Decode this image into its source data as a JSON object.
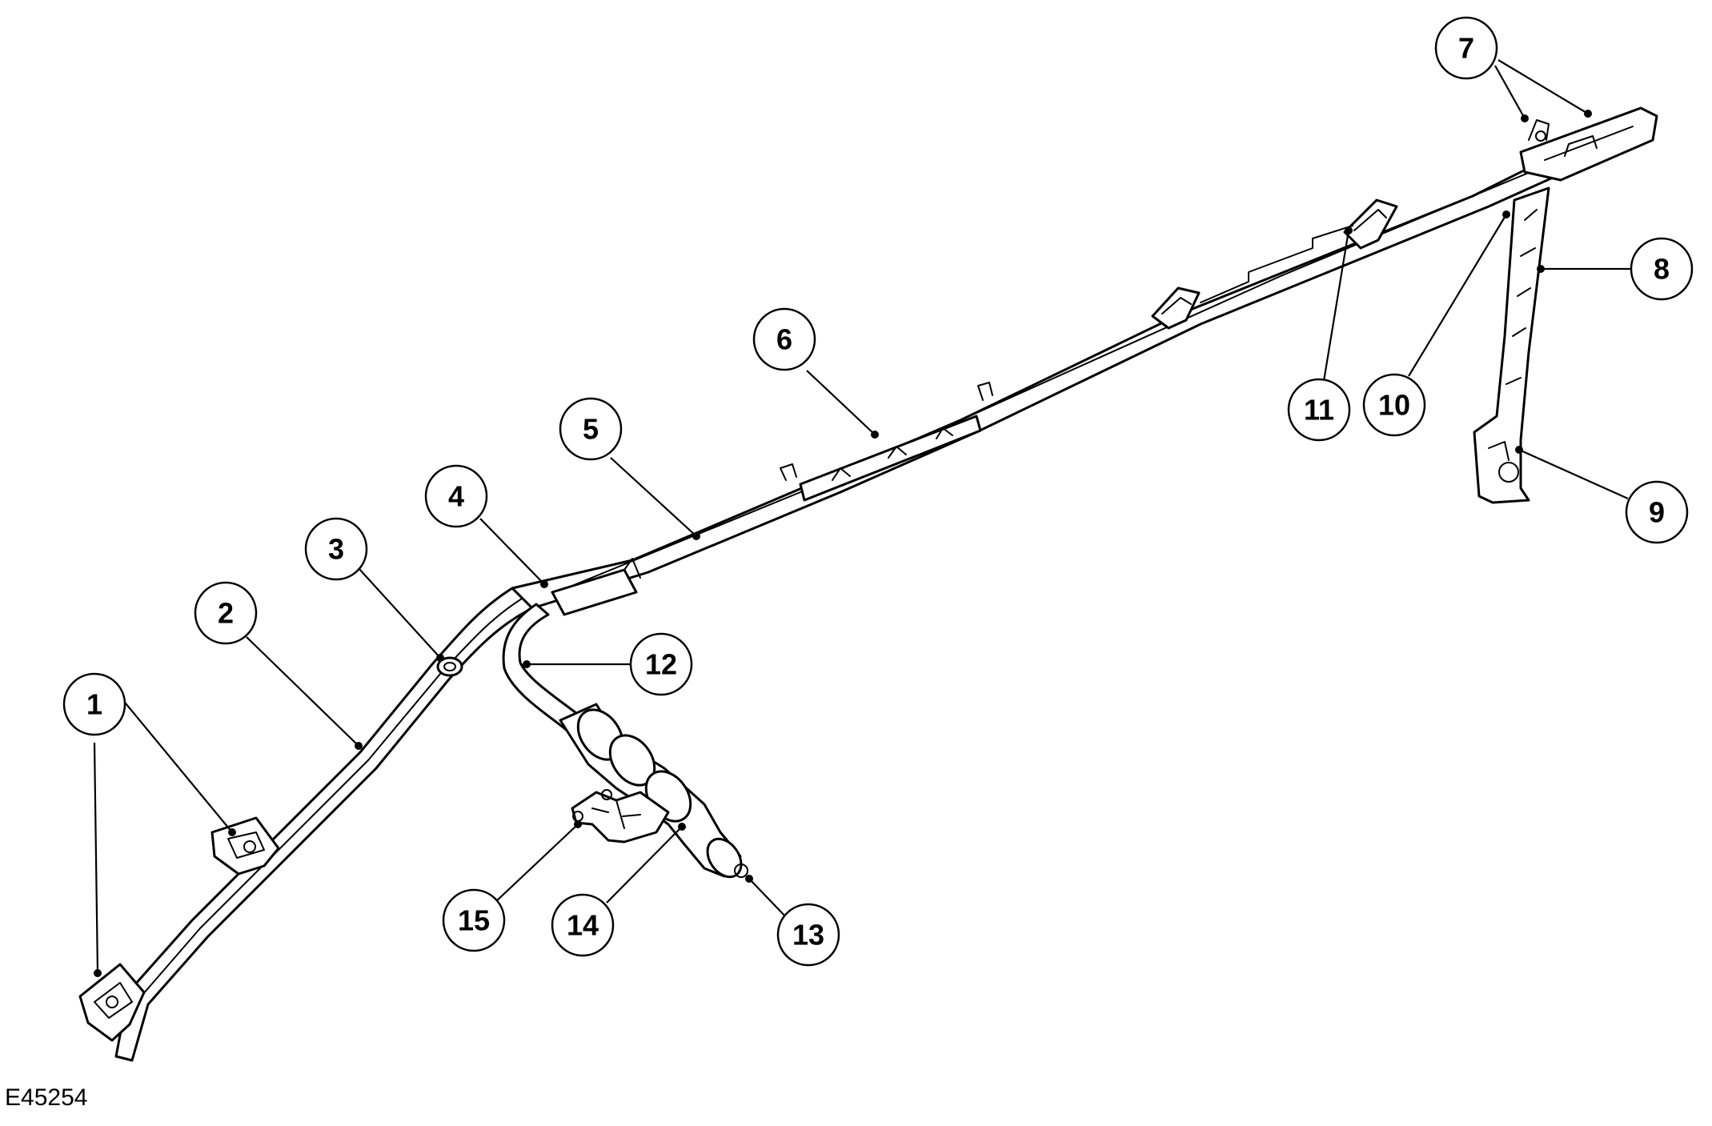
{
  "figure_id": "E45254",
  "callouts": [
    "1",
    "2",
    "3",
    "4",
    "5",
    "6",
    "7",
    "8",
    "9",
    "10",
    "11",
    "12",
    "13",
    "14",
    "15"
  ]
}
